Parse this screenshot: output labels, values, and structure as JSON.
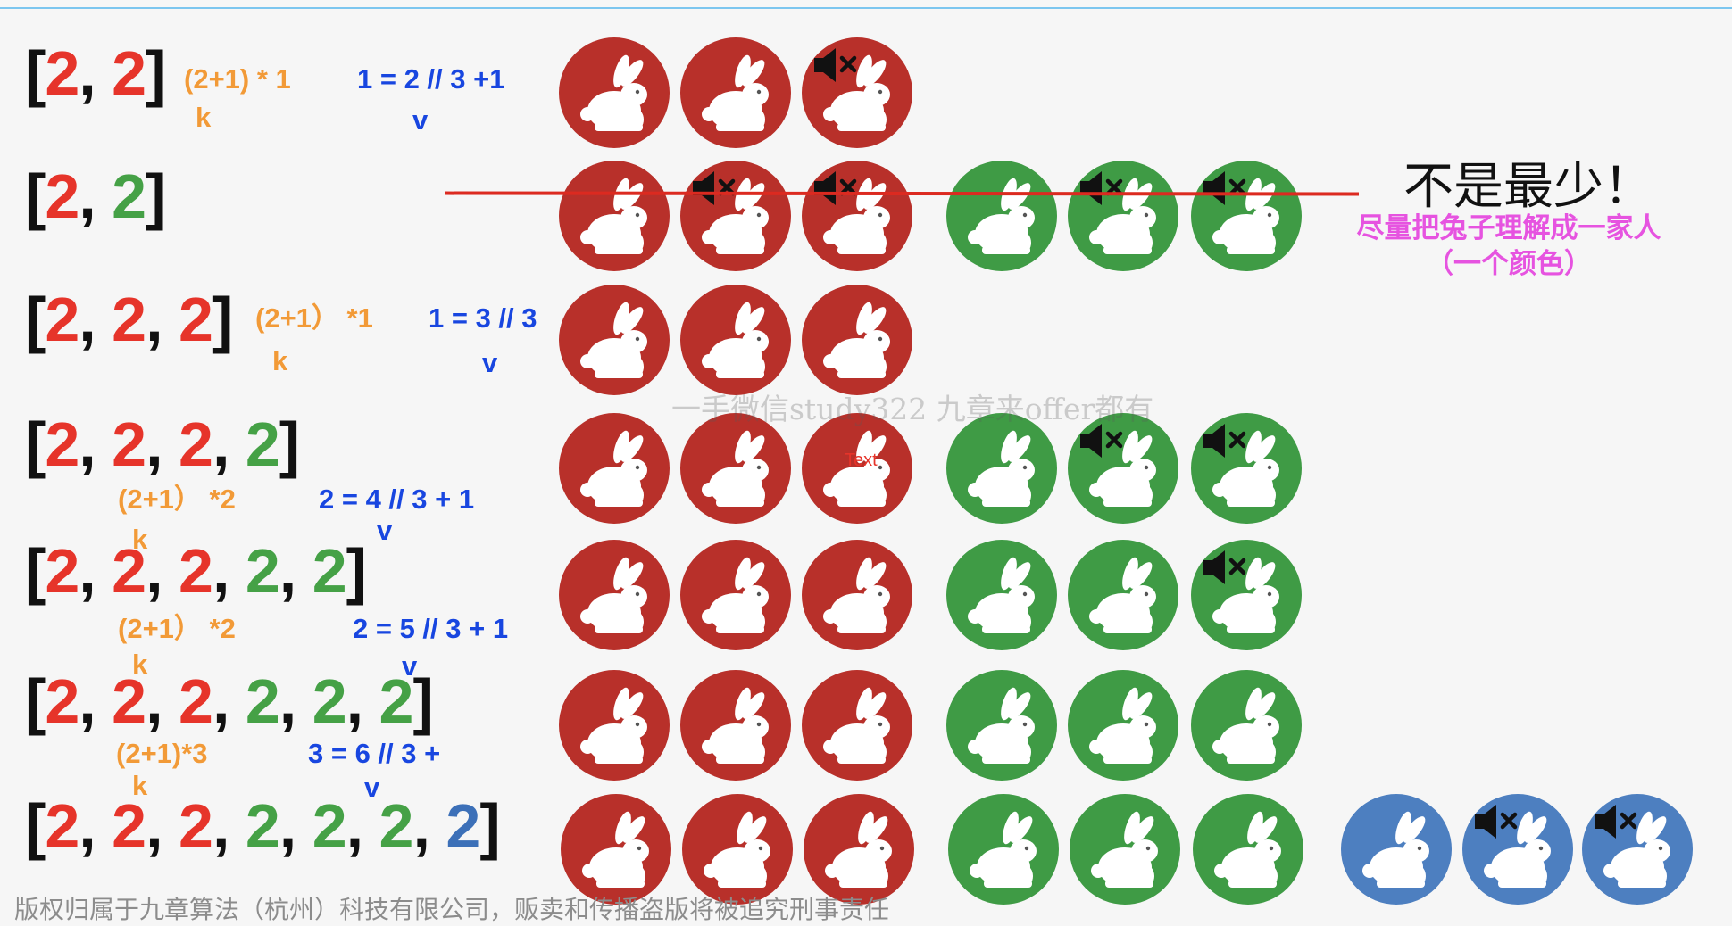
{
  "rows": [
    {
      "numbers": [
        {
          "v": "2",
          "c": "red"
        },
        {
          "v": "2",
          "c": "red"
        }
      ],
      "annotations": [
        {
          "text": "(2+1) * 1",
          "color": "orange"
        },
        {
          "text": "k",
          "color": "orange"
        },
        {
          "text": "1 = 2 // 3 +1",
          "color": "blue"
        },
        {
          "text": "v",
          "color": "blue"
        }
      ],
      "rabbits": [
        {
          "c": "red",
          "muted": false
        },
        {
          "c": "red",
          "muted": false
        },
        {
          "c": "red",
          "muted": true
        }
      ]
    },
    {
      "numbers": [
        {
          "v": "2",
          "c": "red"
        },
        {
          "v": "2",
          "c": "green"
        }
      ],
      "annotations": [],
      "rabbits": [
        {
          "c": "red",
          "muted": false
        },
        {
          "c": "red",
          "muted": true
        },
        {
          "c": "red",
          "muted": true
        },
        {
          "c": "green",
          "muted": false
        },
        {
          "c": "green",
          "muted": true
        },
        {
          "c": "green",
          "muted": true
        }
      ]
    },
    {
      "numbers": [
        {
          "v": "2",
          "c": "red"
        },
        {
          "v": "2",
          "c": "red"
        },
        {
          "v": "2",
          "c": "red"
        }
      ],
      "annotations": [
        {
          "text": "(2+1） *1",
          "color": "orange"
        },
        {
          "text": "k",
          "color": "orange"
        },
        {
          "text": "1 = 3 // 3",
          "color": "blue"
        },
        {
          "text": "v",
          "color": "blue"
        }
      ],
      "rabbits": [
        {
          "c": "red",
          "muted": false
        },
        {
          "c": "red",
          "muted": false
        },
        {
          "c": "red",
          "muted": false
        }
      ]
    },
    {
      "numbers": [
        {
          "v": "2",
          "c": "red"
        },
        {
          "v": "2",
          "c": "red"
        },
        {
          "v": "2",
          "c": "red"
        },
        {
          "v": "2",
          "c": "green"
        }
      ],
      "annotations": [
        {
          "text": "(2+1） *2",
          "color": "orange"
        },
        {
          "text": "k",
          "color": "orange"
        },
        {
          "text": "2 = 4 // 3 + 1",
          "color": "blue"
        },
        {
          "text": "v",
          "color": "blue"
        }
      ],
      "rabbits": [
        {
          "c": "red",
          "muted": false
        },
        {
          "c": "red",
          "muted": false
        },
        {
          "c": "red",
          "muted": false
        },
        {
          "c": "green",
          "muted": false
        },
        {
          "c": "green",
          "muted": true
        },
        {
          "c": "green",
          "muted": true
        }
      ]
    },
    {
      "numbers": [
        {
          "v": "2",
          "c": "red"
        },
        {
          "v": "2",
          "c": "red"
        },
        {
          "v": "2",
          "c": "red"
        },
        {
          "v": "2",
          "c": "green"
        },
        {
          "v": "2",
          "c": "green"
        }
      ],
      "annotations": [
        {
          "text": "(2+1） *2",
          "color": "orange"
        },
        {
          "text": "k",
          "color": "orange"
        },
        {
          "text": "2 = 5 // 3 + 1",
          "color": "blue"
        },
        {
          "text": "v",
          "color": "blue"
        }
      ],
      "rabbits": [
        {
          "c": "red",
          "muted": false
        },
        {
          "c": "red",
          "muted": false
        },
        {
          "c": "red",
          "muted": false
        },
        {
          "c": "green",
          "muted": false
        },
        {
          "c": "green",
          "muted": false
        },
        {
          "c": "green",
          "muted": true
        }
      ]
    },
    {
      "numbers": [
        {
          "v": "2",
          "c": "red"
        },
        {
          "v": "2",
          "c": "red"
        },
        {
          "v": "2",
          "c": "red"
        },
        {
          "v": "2",
          "c": "green"
        },
        {
          "v": "2",
          "c": "green"
        },
        {
          "v": "2",
          "c": "green"
        }
      ],
      "annotations": [
        {
          "text": "(2+1)*3",
          "color": "orange"
        },
        {
          "text": "k",
          "color": "orange"
        },
        {
          "text": "3 = 6 // 3 +",
          "color": "blue"
        },
        {
          "text": "v",
          "color": "blue"
        }
      ],
      "rabbits": [
        {
          "c": "red",
          "muted": false
        },
        {
          "c": "red",
          "muted": false
        },
        {
          "c": "red",
          "muted": false
        },
        {
          "c": "green",
          "muted": false
        },
        {
          "c": "green",
          "muted": false
        },
        {
          "c": "green",
          "muted": false
        }
      ]
    },
    {
      "numbers": [
        {
          "v": "2",
          "c": "red"
        },
        {
          "v": "2",
          "c": "red"
        },
        {
          "v": "2",
          "c": "red"
        },
        {
          "v": "2",
          "c": "green"
        },
        {
          "v": "2",
          "c": "green"
        },
        {
          "v": "2",
          "c": "green"
        },
        {
          "v": "2",
          "c": "blue"
        }
      ],
      "annotations": [],
      "rabbits": [
        {
          "c": "red",
          "muted": false
        },
        {
          "c": "red",
          "muted": false
        },
        {
          "c": "red",
          "muted": false
        },
        {
          "c": "green",
          "muted": false
        },
        {
          "c": "green",
          "muted": false
        },
        {
          "c": "green",
          "muted": false
        },
        {
          "c": "blue",
          "muted": false
        },
        {
          "c": "blue",
          "muted": true
        },
        {
          "c": "blue",
          "muted": true
        }
      ]
    }
  ],
  "headline": "不是最少！",
  "note_line1": "尽量把兔子理解成一家人",
  "note_line2": "（一个颜色）",
  "watermark": "一手微信study322 九章来offer都有",
  "text_label": "Text",
  "footer": "版权归属于九章算法（杭州）科技有限公司，贩卖和传播盗版将被追究刑事责任",
  "colors": {
    "number_red": "#e6342a",
    "number_green": "#45a146",
    "number_blue": "#3c70b8",
    "rabbit_red": "#b8302a",
    "rabbit_green": "#3f9b45",
    "rabbit_blue": "#4d7fc0",
    "annotation_orange": "#f29a37",
    "annotation_blue": "#1846e0",
    "note_pink": "#e653e0",
    "strike_line": "#dc2a20"
  },
  "icons": {
    "rabbit": "rabbit-silhouette-icon",
    "mute": "speaker-muted-icon"
  }
}
